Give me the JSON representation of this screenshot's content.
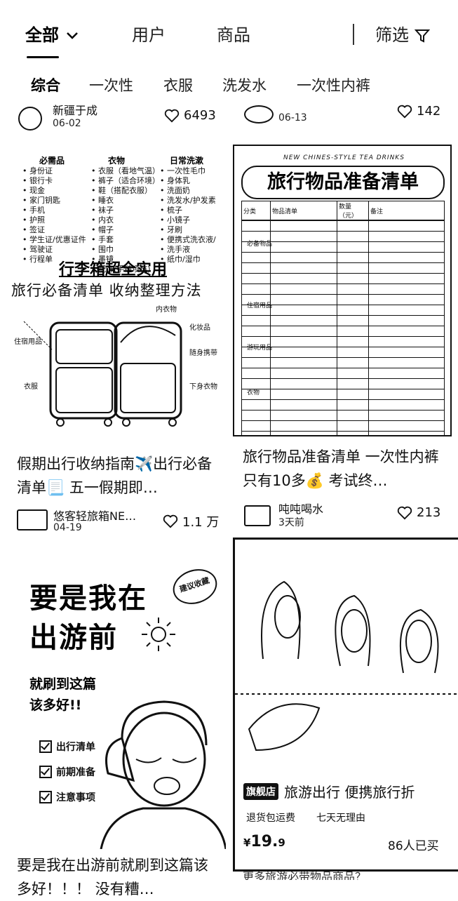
{
  "tabs": [
    {
      "label": "全部"
    },
    {
      "label": "用户"
    },
    {
      "label": "商品"
    }
  ],
  "filter_label": "筛选",
  "subtabs": [
    "综合",
    "一次性",
    "衣服",
    "洗发水",
    "一次性内裤"
  ],
  "partial_row": {
    "left": {
      "name": "新疆于成",
      "date": "06-02",
      "likes": "6493"
    },
    "right": {
      "date": "06-13",
      "likes": "142"
    }
  },
  "card1": {
    "cols": [
      {
        "head": "必需品",
        "items": [
          "身份证",
          "银行卡",
          "现金",
          "家门钥匙",
          "手机",
          "护照",
          "签证",
          "学生证/优惠证件",
          "驾驶证",
          "行程单"
        ]
      },
      {
        "head": "衣物",
        "items": [
          "衣服（看地气温）",
          "裤子（适合环境）",
          "鞋（搭配衣服）",
          "睡衣",
          "袜子",
          "内衣",
          "帽子",
          "手套",
          "围巾",
          "墨镜",
          "配饰(手链项链)"
        ]
      },
      {
        "head": "日常洗漱",
        "items": [
          "一次性毛巾",
          "身体乳",
          "洗面奶",
          "洗发水/护发素",
          "梳子",
          "小镜子",
          "牙刷",
          "便携式洗衣液/",
          "洗手液",
          "纸巾/湿巾"
        ]
      }
    ],
    "banner": "行李箱超全实用",
    "subtitle": "旅行必备清单  收纳整理方法",
    "labels": {
      "inner": "内衣物",
      "cosm": "化妆品",
      "carry": "随身携带",
      "daily": "住宿用品",
      "clothes": "衣服",
      "lower": "下身衣物"
    },
    "title": "假期出行收纳指南✈️出行必备清单📃 五一假期即…",
    "author": "悠客轻旅箱NE…",
    "date": "04-19",
    "likes": "1.1 万"
  },
  "card2": {
    "ribbon": "NEW CHINES-STYLE TEA DRINKS",
    "heading": "旅行物品准备清单",
    "table_head": [
      "分类",
      "物品清单",
      "数量（元）",
      "备注"
    ],
    "groups": [
      "必备物品",
      "住宿用品",
      "游玩用品",
      "衣物"
    ],
    "title": "旅行物品准备清单 一次性内裤 只有10多💰 考试终…",
    "author": "吨吨喝水",
    "date": "3天前",
    "likes": "213"
  },
  "card3": {
    "line1": "要是我在",
    "line2": "出游前",
    "stamp": "建议收藏",
    "line3": "就刷到这篇",
    "line4": "该多好!!",
    "checks": [
      "出行清单",
      "前期准备",
      "注意事项"
    ],
    "title": "要是我在出游前就刷到这篇该多好！！！ 没有糟…"
  },
  "card4": {
    "badge": "旗舰店",
    "product": "旅游出行 便携旅行折",
    "tag1": "退货包运费",
    "tag2": "七天无理由",
    "price_symbol": "¥",
    "price": "19.",
    "price_dec": "9",
    "sold": "86人已买",
    "below": "更多旅游必带物品商品？"
  }
}
